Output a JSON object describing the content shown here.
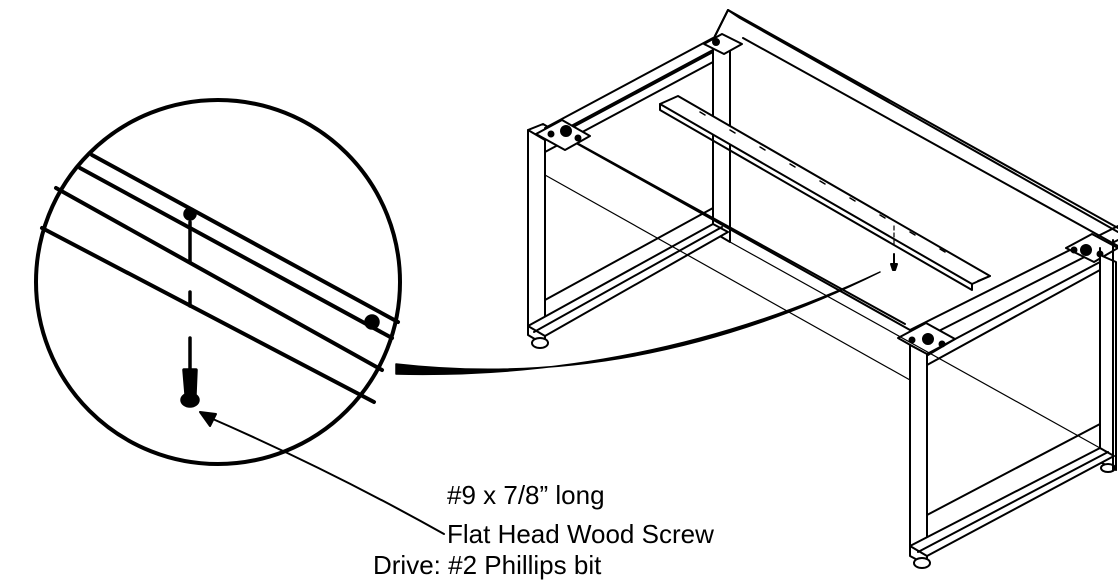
{
  "annotation": {
    "line1": "#9 x 7/8” long",
    "line2": "Flat Head Wood Screw",
    "line3": "Drive: #2 Phillips bit"
  }
}
